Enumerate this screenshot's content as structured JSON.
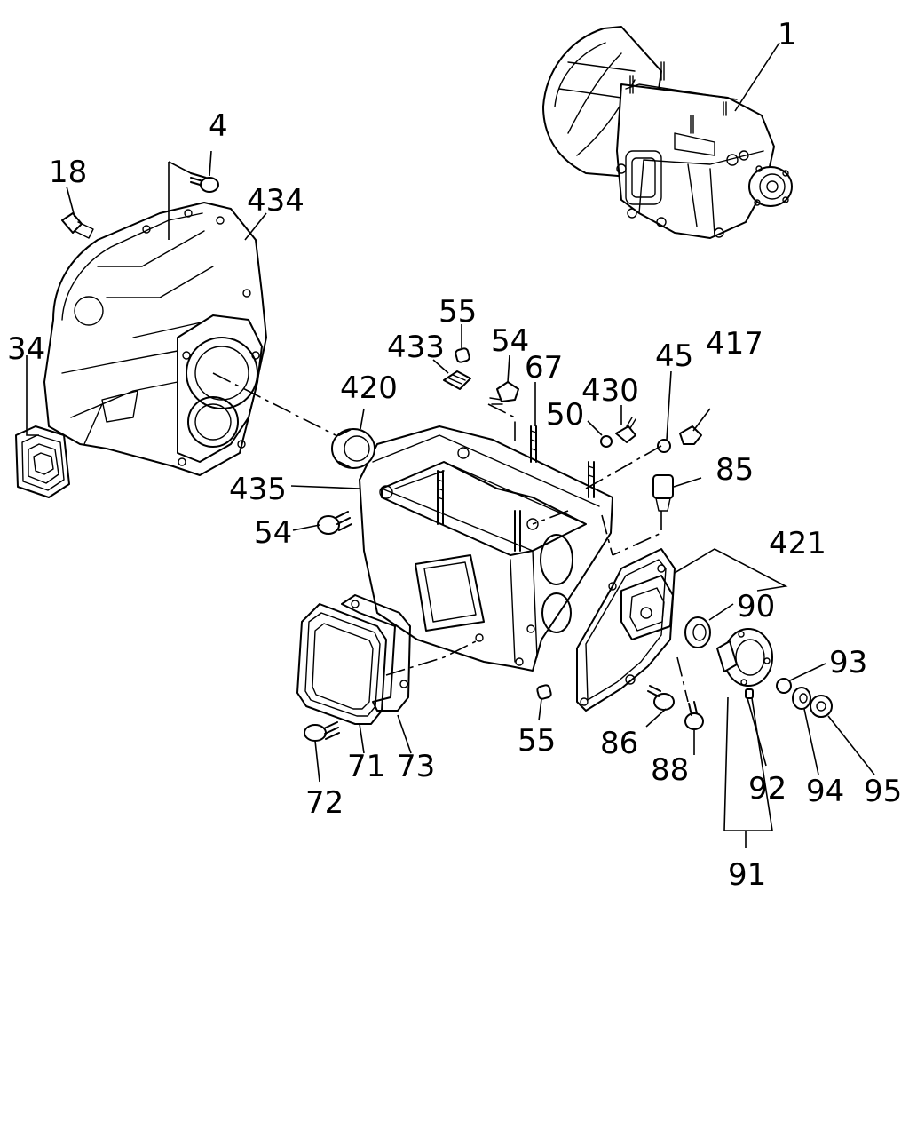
{
  "diagram": {
    "callouts": [
      {
        "id": "c1",
        "label": "1"
      },
      {
        "id": "c4",
        "label": "4"
      },
      {
        "id": "c18",
        "label": "18"
      },
      {
        "id": "c434",
        "label": "434"
      },
      {
        "id": "c34",
        "label": "34"
      },
      {
        "id": "c55a",
        "label": "55"
      },
      {
        "id": "c433",
        "label": "433"
      },
      {
        "id": "c54a",
        "label": "54"
      },
      {
        "id": "c67",
        "label": "67"
      },
      {
        "id": "c420",
        "label": "420"
      },
      {
        "id": "c430",
        "label": "430"
      },
      {
        "id": "c50",
        "label": "50"
      },
      {
        "id": "c45",
        "label": "45"
      },
      {
        "id": "c417",
        "label": "417"
      },
      {
        "id": "c85",
        "label": "85"
      },
      {
        "id": "c435",
        "label": "435"
      },
      {
        "id": "c54b",
        "label": "54"
      },
      {
        "id": "c421",
        "label": "421"
      },
      {
        "id": "c90",
        "label": "90"
      },
      {
        "id": "c93",
        "label": "93"
      },
      {
        "id": "c55b",
        "label": "55"
      },
      {
        "id": "c86",
        "label": "86"
      },
      {
        "id": "c88",
        "label": "88"
      },
      {
        "id": "c92",
        "label": "92"
      },
      {
        "id": "c94",
        "label": "94"
      },
      {
        "id": "c95",
        "label": "95"
      },
      {
        "id": "c71",
        "label": "71"
      },
      {
        "id": "c73",
        "label": "73"
      },
      {
        "id": "c72",
        "label": "72"
      },
      {
        "id": "c91",
        "label": "91"
      }
    ]
  }
}
